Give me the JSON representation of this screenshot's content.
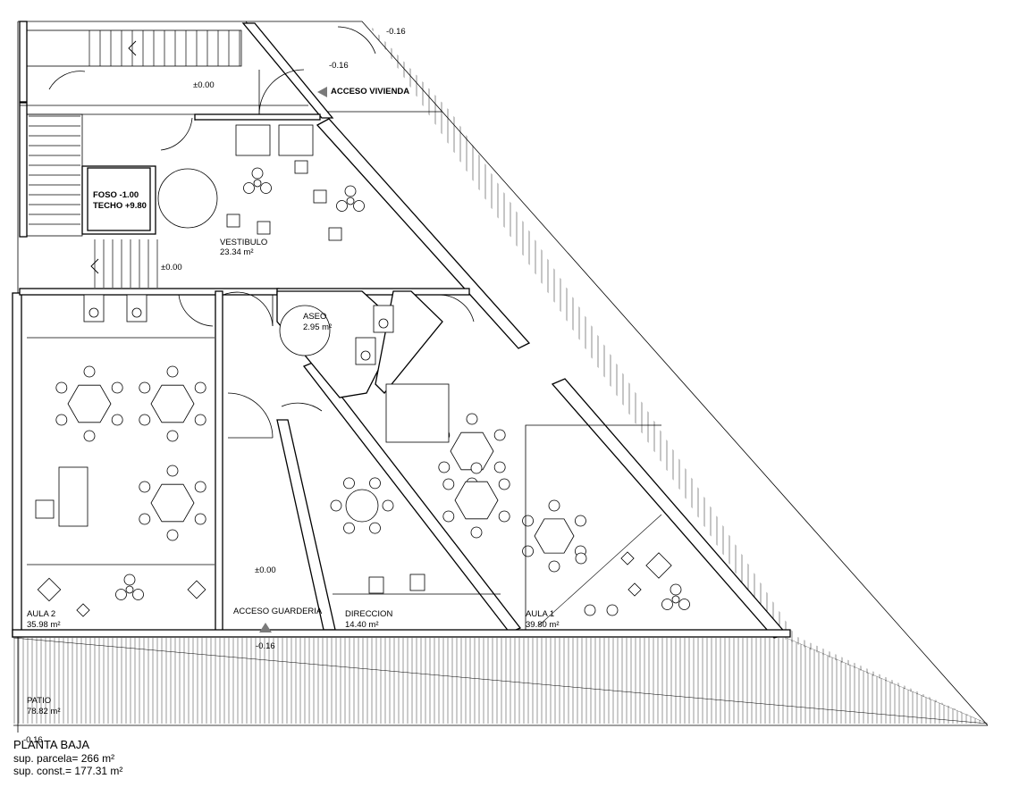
{
  "plan": {
    "title": "PLANTA BAJA",
    "sup_parcela": "sup. parcela= 266 m²",
    "sup_const": "sup. const.= 177.31 m²"
  },
  "levels": {
    "top_right_a": "-0.16",
    "top_right_b": "-0.16",
    "upper_floor": "±0.00",
    "mid_floor": "±0.00",
    "corridor": "±0.00",
    "entry_guarderia": "-0.16",
    "bottom_left": "-0.16"
  },
  "accesses": {
    "vivienda": "ACCESO VIVIENDA",
    "guarderia": "ACCESO GUARDERIA"
  },
  "rooms": {
    "foso_line1": "FOSO -1.00",
    "foso_line2": "TECHO +9.80",
    "vestibulo_name": "VESTIBULO",
    "vestibulo_area": "23.34 m²",
    "aseo_name": "ASEO",
    "aseo_area": "2.95 m²",
    "aula2_name": "AULA 2",
    "aula2_area": "35.98 m²",
    "direccion_name": "DIRECCION",
    "direccion_area": "14.40 m²",
    "aula1_name": "AULA 1",
    "aula1_area": "39.80 m²",
    "patio_name": "PATIO",
    "patio_area": "78.82 m²"
  },
  "colors": {
    "ink": "#000000",
    "paper": "#ffffff",
    "arrow": "#7a7a7a"
  }
}
